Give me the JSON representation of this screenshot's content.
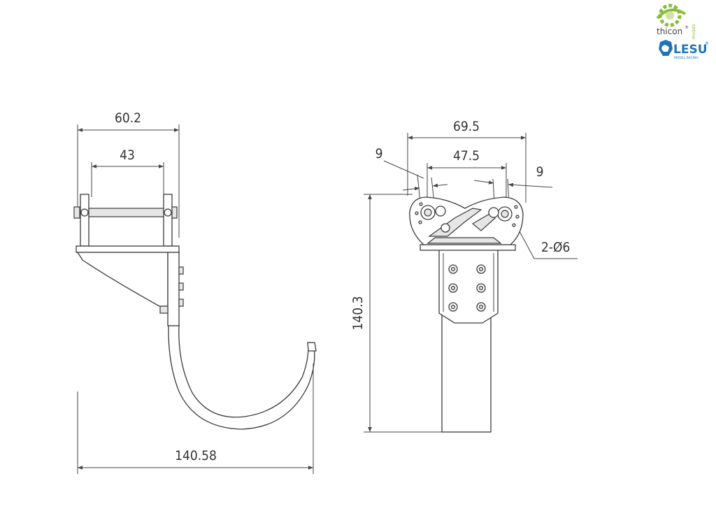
{
  "logos": {
    "thicon_name": "thicon",
    "thicon_tm": "®",
    "thicon_sub": "models",
    "lesu_name": "LESU",
    "lesu_tm": "®",
    "lesu_sub": "MODEL RACING",
    "colors": {
      "thicon_green": "#8bbd3a",
      "lesu_blue": "#1f74b8"
    }
  },
  "left_view": {
    "dim_top": "60.2",
    "dim_mid": "43",
    "dim_bottom": "140.58"
  },
  "right_view": {
    "dim_top": "69.5",
    "dim_mid": "47.5",
    "dim_left_small": "9",
    "dim_right_small": "9",
    "dim_vertical": "140.3",
    "dim_hole": "2-Ø6"
  }
}
